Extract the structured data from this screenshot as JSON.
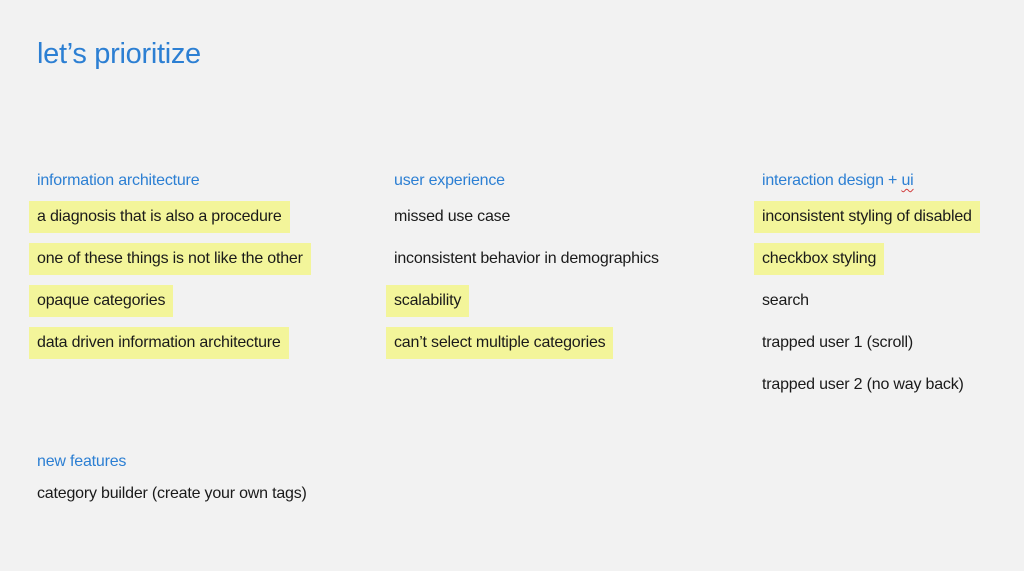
{
  "slide": {
    "title": "let’s prioritize",
    "highlight_color": "#f3f59a",
    "accent_color": "#2c7fd3"
  },
  "columns": [
    {
      "heading": "information architecture",
      "items": [
        {
          "text": "a diagnosis that is also a procedure",
          "highlighted": true
        },
        {
          "text": "one of these things is not like the other",
          "highlighted": true
        },
        {
          "text": "opaque categories",
          "highlighted": true
        },
        {
          "text": "data driven information architecture",
          "highlighted": true
        }
      ]
    },
    {
      "heading": "user experience",
      "items": [
        {
          "text": "missed use case",
          "highlighted": false
        },
        {
          "text": "inconsistent behavior in demographics",
          "highlighted": false
        },
        {
          "text": "scalability",
          "highlighted": true
        },
        {
          "text": "can’t select multiple categories",
          "highlighted": true
        }
      ]
    },
    {
      "heading_main": "interaction design + ",
      "heading_squiggle": "ui",
      "items": [
        {
          "text": "inconsistent styling of disabled",
          "highlighted": true
        },
        {
          "text": "checkbox styling",
          "highlighted": true
        },
        {
          "text": "search",
          "highlighted": false
        },
        {
          "text": "trapped user 1 (scroll)",
          "highlighted": false
        },
        {
          "text": "trapped user 2 (no way back)",
          "highlighted": false
        }
      ]
    }
  ],
  "new_features": {
    "heading": "new features",
    "items": [
      {
        "text": "category builder (create your own tags)",
        "highlighted": false
      }
    ]
  }
}
